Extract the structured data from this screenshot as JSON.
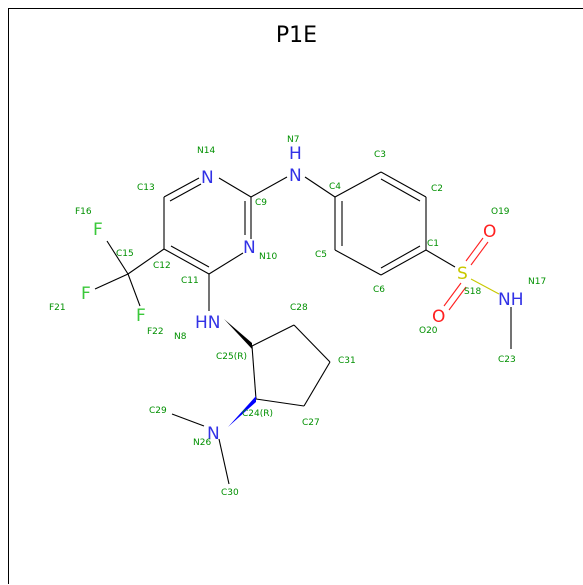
{
  "title": "P1E",
  "colors": {
    "carbon_bond": "#000000",
    "nitrogen": "#3232e6",
    "oxygen": "#ff2020",
    "sulfur": "#c8c800",
    "fluorine": "#3ac83a",
    "atom_label": "#009000"
  },
  "elements": {
    "n14": "N",
    "n10": "N",
    "n7": "N",
    "h7": "H",
    "n8": "HN",
    "n26": "N",
    "n17": "NH",
    "s18": "S",
    "o19": "O",
    "o20": "O",
    "f16": "F",
    "f21": "F",
    "f22": "F"
  },
  "atom_labels": {
    "N14": "N14",
    "N7": "N7",
    "C3": "C3",
    "C4": "C4",
    "C2": "C2",
    "C13": "C13",
    "C9": "C9",
    "F16": "F16",
    "O19": "O19",
    "C1": "C1",
    "C15": "C15",
    "C12": "C12",
    "N10": "N10",
    "C5": "C5",
    "N17": "N17",
    "F21": "F21",
    "C11": "C11",
    "C6": "C6",
    "S18": "S18",
    "C28": "C28",
    "F22": "F22",
    "N8": "N8",
    "O20": "O20",
    "C25": "C25(R)",
    "C31": "C31",
    "C23": "C23",
    "C29": "C29",
    "C24": "C24(R)",
    "N26": "N26",
    "C27": "C27",
    "C30": "C30"
  }
}
